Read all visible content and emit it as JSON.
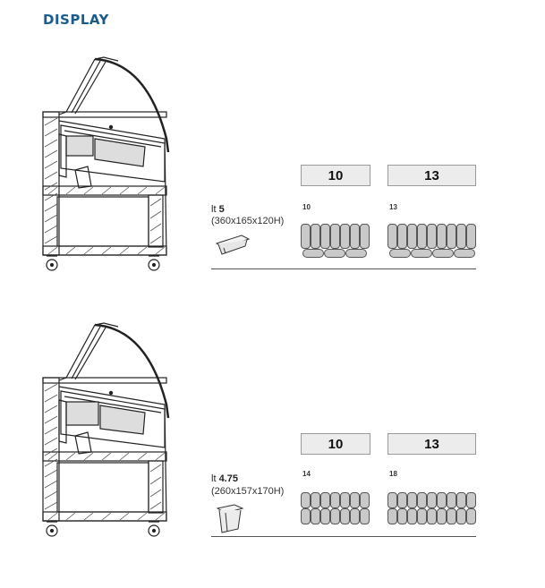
{
  "title": "DISPLAY",
  "sections": [
    {
      "capacity_headers": [
        "10",
        "13"
      ],
      "pan_label_prefix": "lt",
      "pan_volume": "5",
      "pan_dimensions": "(360x165x120H)",
      "pan_counts": [
        "10",
        "13"
      ],
      "layout": [
        {
          "vertical": 7,
          "horizontal": 3
        },
        {
          "vertical": 9,
          "horizontal": 4
        }
      ]
    },
    {
      "capacity_headers": [
        "10",
        "13"
      ],
      "pan_label_prefix": "lt",
      "pan_volume": "4.75",
      "pan_dimensions": "(260x157x170H)",
      "pan_counts": [
        "14",
        "18"
      ],
      "layout": [
        {
          "columns": 7,
          "rows": 2
        },
        {
          "columns": 9,
          "rows": 2
        }
      ]
    }
  ],
  "colors": {
    "title": "#1a5c8c",
    "header_box_bg": "#ececec",
    "pan_fill": "#c9c9c9",
    "pan_border": "#555555"
  }
}
